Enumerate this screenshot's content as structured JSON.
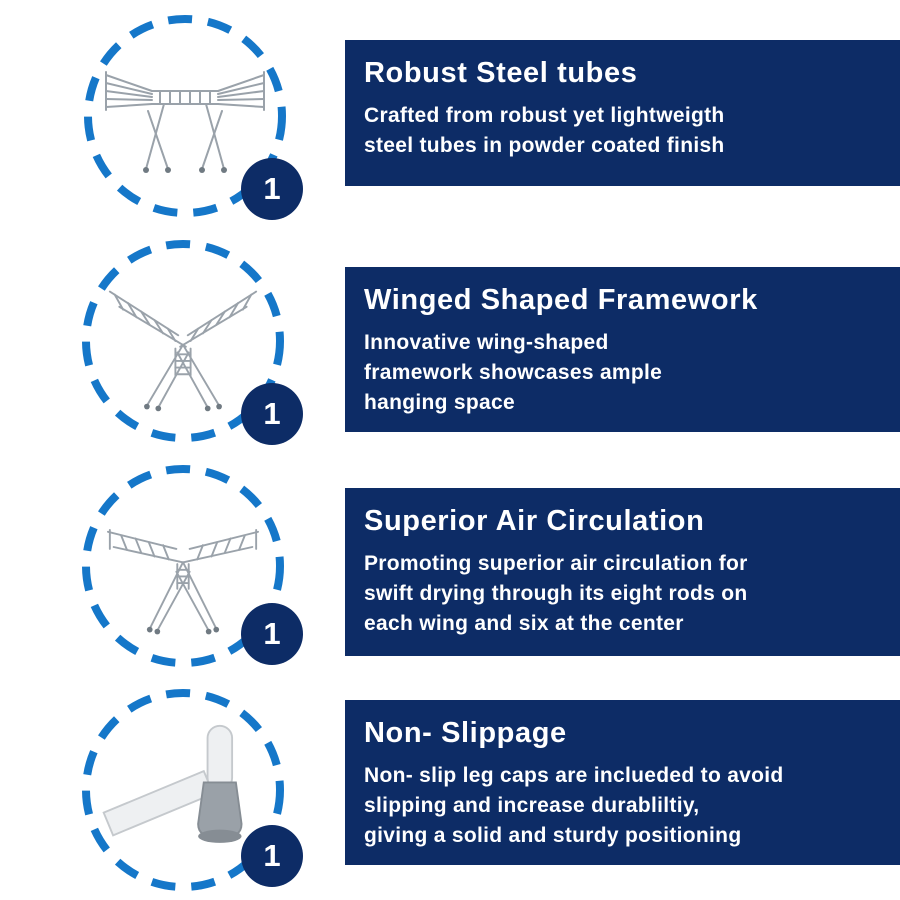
{
  "colors": {
    "navy": "#0d2c66",
    "blue": "#1577c9",
    "text": "#ffffff",
    "rack_line": "#9aa2aa",
    "rack_joint": "#707a82"
  },
  "features": [
    {
      "number": "1",
      "title": "Robust Steel tubes",
      "description": "Crafted from robust yet lightweigth\nsteel tubes in powder coated finish",
      "illustration": "drying-rack-gullwing"
    },
    {
      "number": "1",
      "title": "Winged Shaped Framework",
      "description": "Innovative wing-shaped\nframework showcases ample\nhanging space",
      "illustration": "drying-rack-winged"
    },
    {
      "number": "1",
      "title": "Superior Air Circulation",
      "description": "Promoting superior air circulation for\nswift drying through its eight rods on\neach wing and six at the center",
      "illustration": "drying-rack-wings-spread"
    },
    {
      "number": "1",
      "title": "Non- Slippage",
      "description": "Non- slip leg caps are inclueded to avoid\nslipping and increase durabliltiy,\ngiving a solid and sturdy positioning",
      "illustration": "leg-cap-closeup"
    }
  ]
}
